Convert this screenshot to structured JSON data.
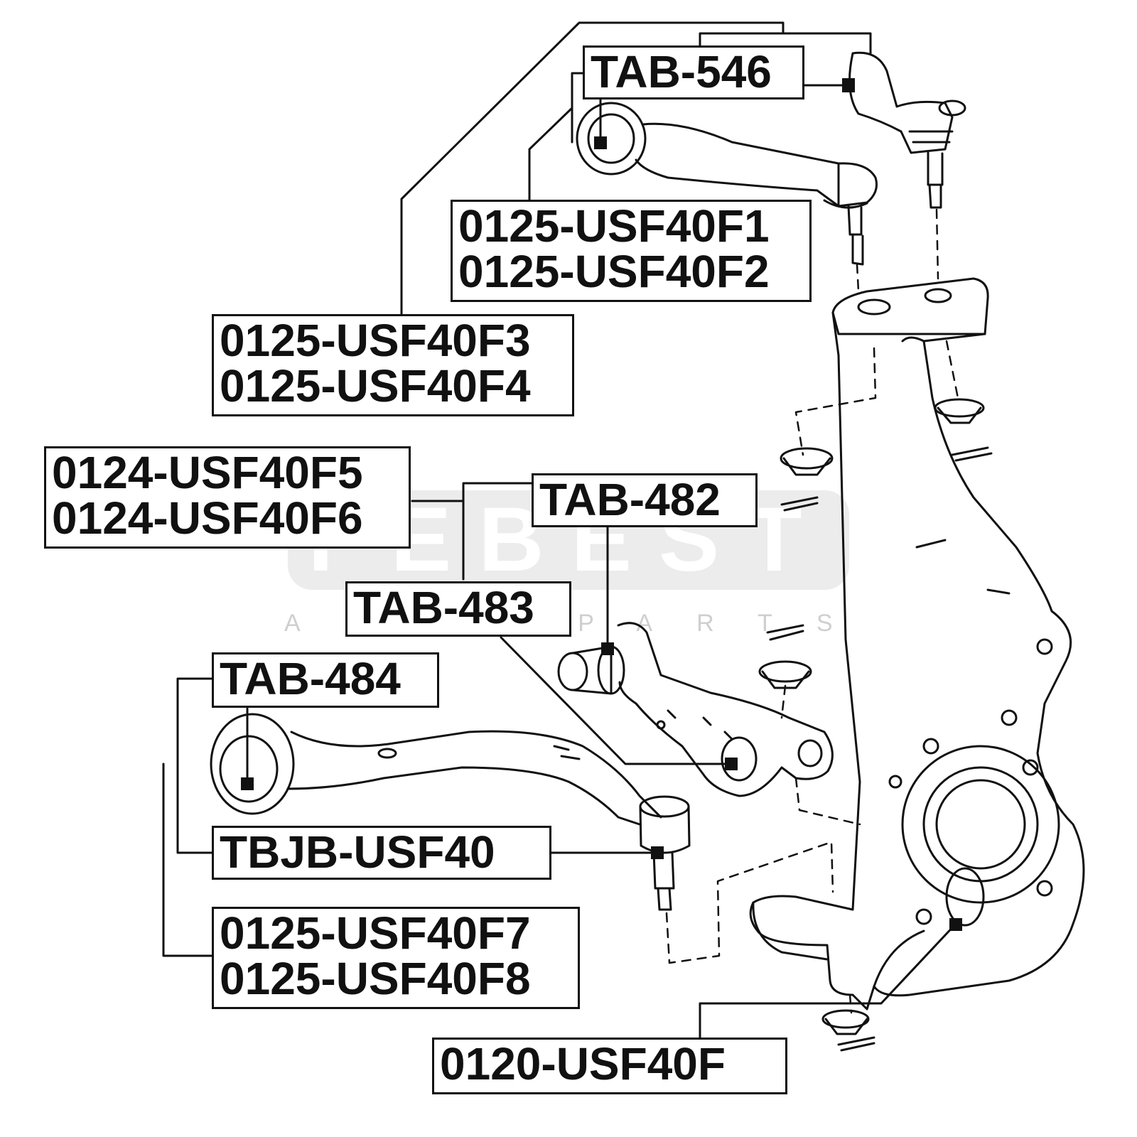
{
  "watermark": {
    "brand": "FEBEST",
    "tagline": "AUTO PARTS"
  },
  "labels": {
    "tab546": "TAB-546",
    "f1": "0125-USF40F1",
    "f2": "0125-USF40F2",
    "f3": "0125-USF40F3",
    "f4": "0125-USF40F4",
    "f5": "0124-USF40F5",
    "f6": "0124-USF40F6",
    "tab482": "TAB-482",
    "tab483": "TAB-483",
    "tab484": "TAB-484",
    "tbjb": "TBJB-USF40",
    "f7": "0125-USF40F7",
    "f8": "0125-USF40F8",
    "knuckle": "0120-USF40F"
  }
}
